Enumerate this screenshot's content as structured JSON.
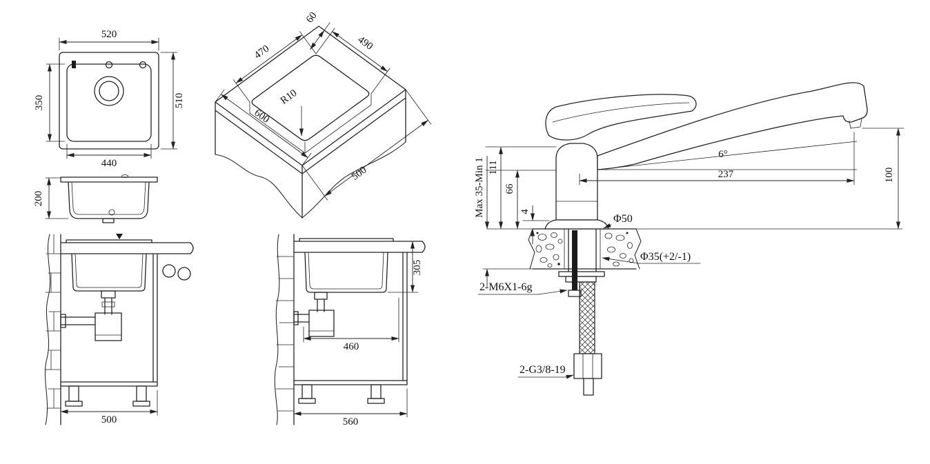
{
  "drawing": {
    "background": "#ffffff",
    "ink": "#222222",
    "views": {
      "top": {
        "dims": {
          "outer_width": "520",
          "outer_depth": "510",
          "bowl_width": "440",
          "bowl_depth": "350"
        }
      },
      "profile": {
        "dims": {
          "bowl_height": "200"
        }
      },
      "isometric": {
        "dims": {
          "edge_to_cutout": "60",
          "cutout_width": "490",
          "cutout_depth": "470",
          "corner_radius": "R10",
          "worktop_length": "600",
          "worktop_depth": "500"
        }
      },
      "section_a": {
        "dims": {
          "cabinet_width": "500"
        }
      },
      "section_b": {
        "dims": {
          "install_height": "305",
          "interior_width": "460",
          "cabinet_width": "560"
        }
      },
      "faucet": {
        "dims": {
          "deck_thickness_range": "Max 35-Min 1",
          "body_height": "111",
          "spout_underside_height": "66",
          "base_height": "4",
          "spout_angle": "6°",
          "spout_reach": "237",
          "outlet_height": "100",
          "base_diameter": "Φ50",
          "mounting_hole_diameter": "Φ35(+2/-1)",
          "stud_thread": "2-M6X1-6g",
          "hose_thread": "2-G3/8-19"
        }
      }
    }
  }
}
